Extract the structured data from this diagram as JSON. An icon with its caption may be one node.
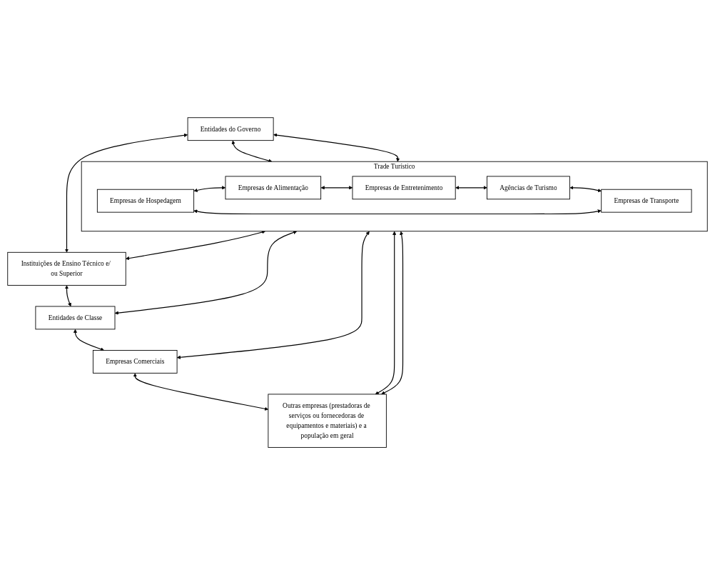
{
  "diagram": {
    "nodes": [
      {
        "text": [
          "Entidades do Governo"
        ]
      },
      {
        "text": [
          "Trade Turístico"
        ]
      },
      {
        "text": [
          "Empresas de Hospedagem"
        ],
        "in": 1
      },
      {
        "text": [
          "Empresas de Transporte"
        ],
        "in": 1
      },
      {
        "text": [
          "Empresas de Alimentação"
        ],
        "in": 1
      },
      {
        "text": [
          "Agências de Turismo"
        ],
        "in": 1
      },
      {
        "text": [
          "Empresas de Entretenimento"
        ],
        "in": 1
      },
      {
        "text": [
          "Instituições de Ensino Técnico e/ ou Superior"
        ]
      },
      {
        "text": [
          "Entidades de Classe"
        ]
      },
      {
        "text": [
          "Empresas Comerciais"
        ]
      },
      {
        "text": [
          "Outras empresas (prestadoras de serviços ou fornecedoras de equipamentos e materiais) e a população em geral"
        ]
      }
    ],
    "edges": [
      {
        "from": 0,
        "to": 1,
        "arrow": "both"
      },
      {
        "from": 0,
        "to": 1,
        "arrow": "both"
      },
      {
        "from": 0,
        "to": 7,
        "arrow": "both"
      },
      {
        "from": 1,
        "to": 7,
        "arrow": "both"
      },
      {
        "from": 1,
        "to": 8,
        "arrow": "both"
      },
      {
        "from": 1,
        "to": 9,
        "arrow": "both"
      },
      {
        "from": 7,
        "to": 8,
        "arrow": "both"
      },
      {
        "from": 8,
        "to": 9,
        "arrow": "both"
      },
      {
        "from": 1,
        "to": 10,
        "arrow": "both"
      },
      {
        "from": 1,
        "to": 10,
        "arrow": "both"
      },
      {
        "from": 9,
        "to": 10,
        "arrow": "both"
      },
      {
        "from": 2,
        "to": 4,
        "arrow": "both"
      },
      {
        "from": 4,
        "to": 6,
        "arrow": "both"
      },
      {
        "from": 6,
        "to": 5,
        "arrow": "both"
      },
      {
        "from": 5,
        "to": 3,
        "arrow": "both"
      },
      {
        "from": 3,
        "to": 2,
        "arrow": "both"
      }
    ]
  }
}
